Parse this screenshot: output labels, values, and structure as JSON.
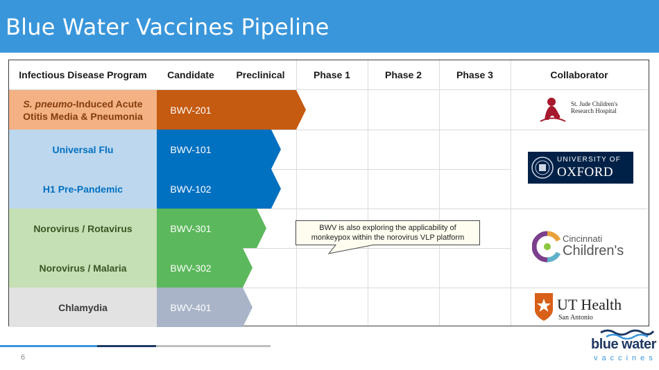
{
  "title": "Blue Water Vaccines Pipeline",
  "headers": {
    "program": "Infectious Disease Program",
    "candidate": "Candidate",
    "preclinical": "Preclinical",
    "phase1": "Phase 1",
    "phase2": "Phase 2",
    "phase3": "Phase 3",
    "collaborator": "Collaborator"
  },
  "programs": [
    {
      "name_italic": "S. pneumo",
      "name": "-Induced Acute Otitis Media & Pneumonia",
      "candidate": "BWV-201",
      "progress": 1.0,
      "program_bg": "#f4b183",
      "program_color": "#843c0c",
      "candidate_bg": "#c55a11",
      "arrow_color": "#c55a11"
    },
    {
      "name_italic": "",
      "name": "Universal Flu",
      "candidate": "BWV-101",
      "progress": 0.65,
      "program_bg": "#bdd7ee",
      "program_color": "#0070c0",
      "candidate_bg": "#0070c0",
      "arrow_color": "#0070c0"
    },
    {
      "name_italic": "",
      "name": "H1 Pre-Pandemic",
      "candidate": "BWV-102",
      "progress": 0.65,
      "program_bg": "#bdd7ee",
      "program_color": "#0070c0",
      "candidate_bg": "#0070c0",
      "arrow_color": "#0070c0"
    },
    {
      "name_italic": "",
      "name": "Norovirus / Rotavirus",
      "candidate": "BWV-301",
      "progress": 0.45,
      "program_bg": "#c5e0b4",
      "program_color": "#375623",
      "candidate_bg": "#5cb85c",
      "arrow_color": "#5cb85c"
    },
    {
      "name_italic": "",
      "name": "Norovirus / Malaria",
      "candidate": "BWV-302",
      "progress": 0.25,
      "program_bg": "#c5e0b4",
      "program_color": "#375623",
      "candidate_bg": "#5cb85c",
      "arrow_color": "#5cb85c"
    },
    {
      "name_italic": "",
      "name": "Chlamydia",
      "candidate": "BWV-401",
      "progress": 0.25,
      "program_bg": "#e2e2e2",
      "program_color": "#3a3a3a",
      "candidate_bg": "#a9b4c8",
      "arrow_color": "#a9b4c8"
    }
  ],
  "callout": "BWV is also exploring the applicability of monkeypox within the norovirus VLP platform",
  "collaborators": {
    "stjude_line1": "St. Jude Children's",
    "stjude_line2": "Research Hospital",
    "oxford_line1": "UNIVERSITY OF",
    "oxford_line2": "OXFORD",
    "cincy_line1": "Cincinnati",
    "cincy_line2": "Children's",
    "ut_line1": "UT Health",
    "ut_line2": "San Antonio"
  },
  "brand": {
    "line1": "blue water",
    "line2": "vaccines"
  },
  "page_number": "6",
  "colors": {
    "title_bar": "#3a96db",
    "brand_navy": "#1f3864",
    "oxford_navy": "#002147"
  }
}
